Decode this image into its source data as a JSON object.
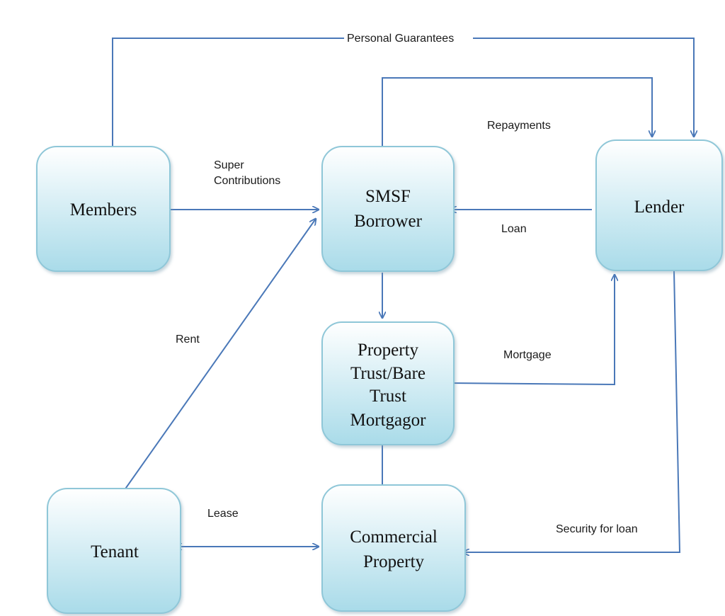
{
  "colors": {
    "arrow": "#4a78b8",
    "box_border": "#8fc7d8",
    "box_fill_top": "#ffffff",
    "box_fill_bottom": "#a9dbe9"
  },
  "nodes": {
    "members": [
      "Members"
    ],
    "smsf": [
      "SMSF",
      "Borrower"
    ],
    "lender": [
      "Lender"
    ],
    "property_trust": [
      "Property",
      "Trust/Bare",
      "Trust",
      "Mortgagor"
    ],
    "tenant": [
      "Tenant"
    ],
    "commercial_property": [
      "Commercial",
      "Property"
    ]
  },
  "labels": {
    "personal_guarantees": "Personal Guarantees",
    "repayments": "Repayments",
    "super_contributions": [
      "Super",
      "Contributions"
    ],
    "loan": "Loan",
    "rent": "Rent",
    "mortgage": "Mortgage",
    "lease": "Lease",
    "security_for_loan": "Security for loan"
  }
}
